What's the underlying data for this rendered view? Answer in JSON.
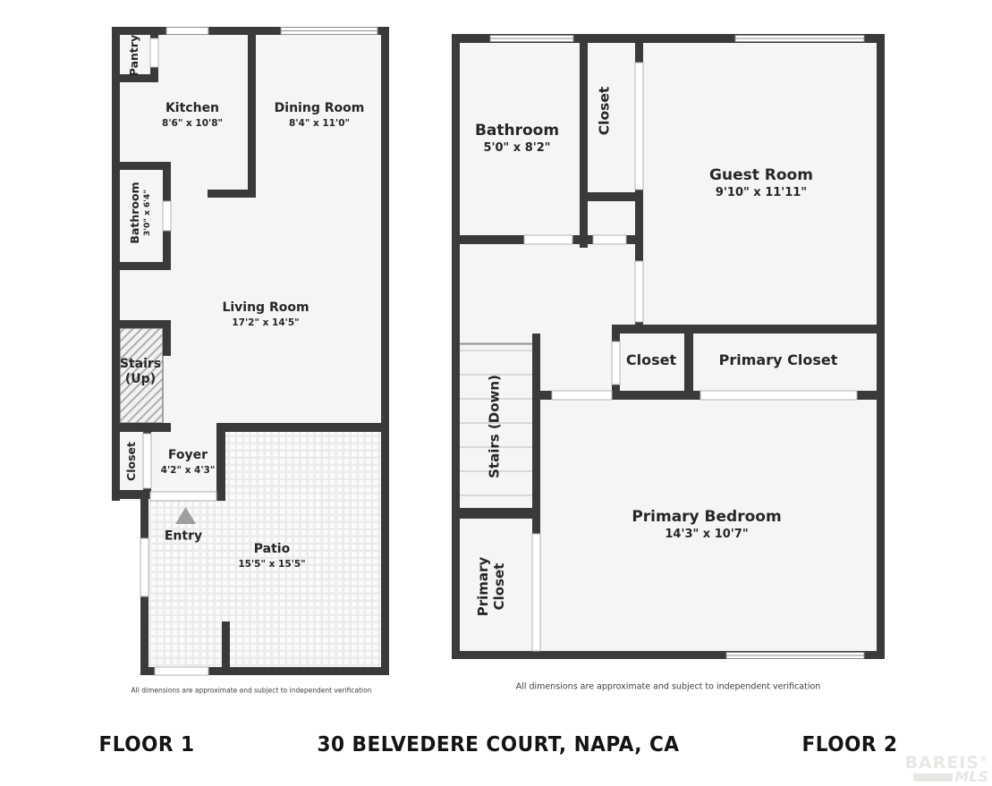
{
  "address": "30 BELVEDERE COURT, NAPA, CA",
  "watermark": {
    "brand": "BAREIS",
    "reg": "®",
    "sub": "MLS"
  },
  "floor1": {
    "label": "FLOOR 1",
    "disclaimer": "All dimensions are approximate and subject to independent verification",
    "rooms": {
      "pantry": {
        "name": "Pantry"
      },
      "kitchen": {
        "name": "Kitchen",
        "dims": "8'6\" x 10'8\""
      },
      "dining_room": {
        "name": "Dining Room",
        "dims": "8'4\" x 11'0\""
      },
      "bathroom": {
        "name": "Bathroom",
        "dims": "3'0\" x 6'4\""
      },
      "living_room": {
        "name": "Living Room",
        "dims": "17'2\" x 14'5\""
      },
      "stairs": {
        "name": "Stairs (Up)"
      },
      "closet": {
        "name": "Closet"
      },
      "foyer": {
        "name": "Foyer",
        "dims": "4'2\" x 4'3\""
      },
      "entry": {
        "name": "Entry"
      },
      "patio": {
        "name": "Patio",
        "dims": "15'5\" x 15'5\""
      }
    }
  },
  "floor2": {
    "label": "FLOOR 2",
    "disclaimer": "All dimensions are approximate and subject to independent verification",
    "rooms": {
      "bathroom": {
        "name": "Bathroom",
        "dims": "5'0\" x 8'2\""
      },
      "closet_top": {
        "name": "Closet"
      },
      "guest_room": {
        "name": "Guest Room",
        "dims": "9'10\" x 11'11\""
      },
      "closet_mid": {
        "name": "Closet"
      },
      "primary_closet": {
        "name": "Primary Closet"
      },
      "stairs": {
        "name": "Stairs (Down)"
      },
      "primary_bedroom": {
        "name": "Primary Bedroom",
        "dims": "14'3\" x 10'7\""
      },
      "primary_closet_2": {
        "name": "Primary Closet"
      }
    }
  },
  "colors": {
    "wall": "#3a3a3a",
    "floor": "#f5f5f4",
    "entry_arrow": "#9f9f9f"
  }
}
